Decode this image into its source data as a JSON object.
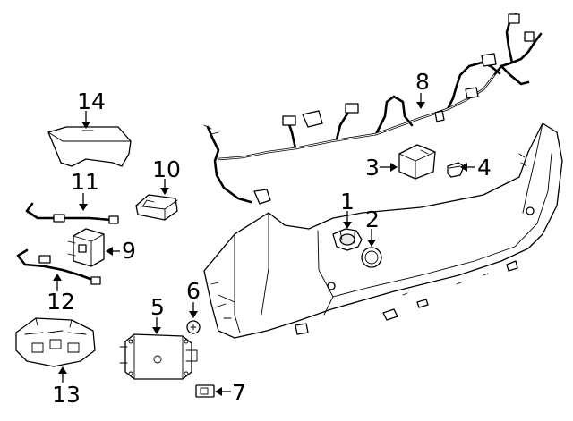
{
  "diagram": {
    "type": "exploded-parts-diagram",
    "callouts": [
      {
        "id": 1,
        "label": "1"
      },
      {
        "id": 2,
        "label": "2"
      },
      {
        "id": 3,
        "label": "3"
      },
      {
        "id": 4,
        "label": "4"
      },
      {
        "id": 5,
        "label": "5"
      },
      {
        "id": 6,
        "label": "6"
      },
      {
        "id": 7,
        "label": "7"
      },
      {
        "id": 8,
        "label": "8"
      },
      {
        "id": 9,
        "label": "9"
      },
      {
        "id": 10,
        "label": "10"
      },
      {
        "id": 11,
        "label": "11"
      },
      {
        "id": 12,
        "label": "12"
      },
      {
        "id": 13,
        "label": "13"
      },
      {
        "id": 14,
        "label": "14"
      }
    ],
    "colors": {
      "line": "#000000",
      "background": "#ffffff",
      "shade": "#e9e9e9"
    }
  }
}
